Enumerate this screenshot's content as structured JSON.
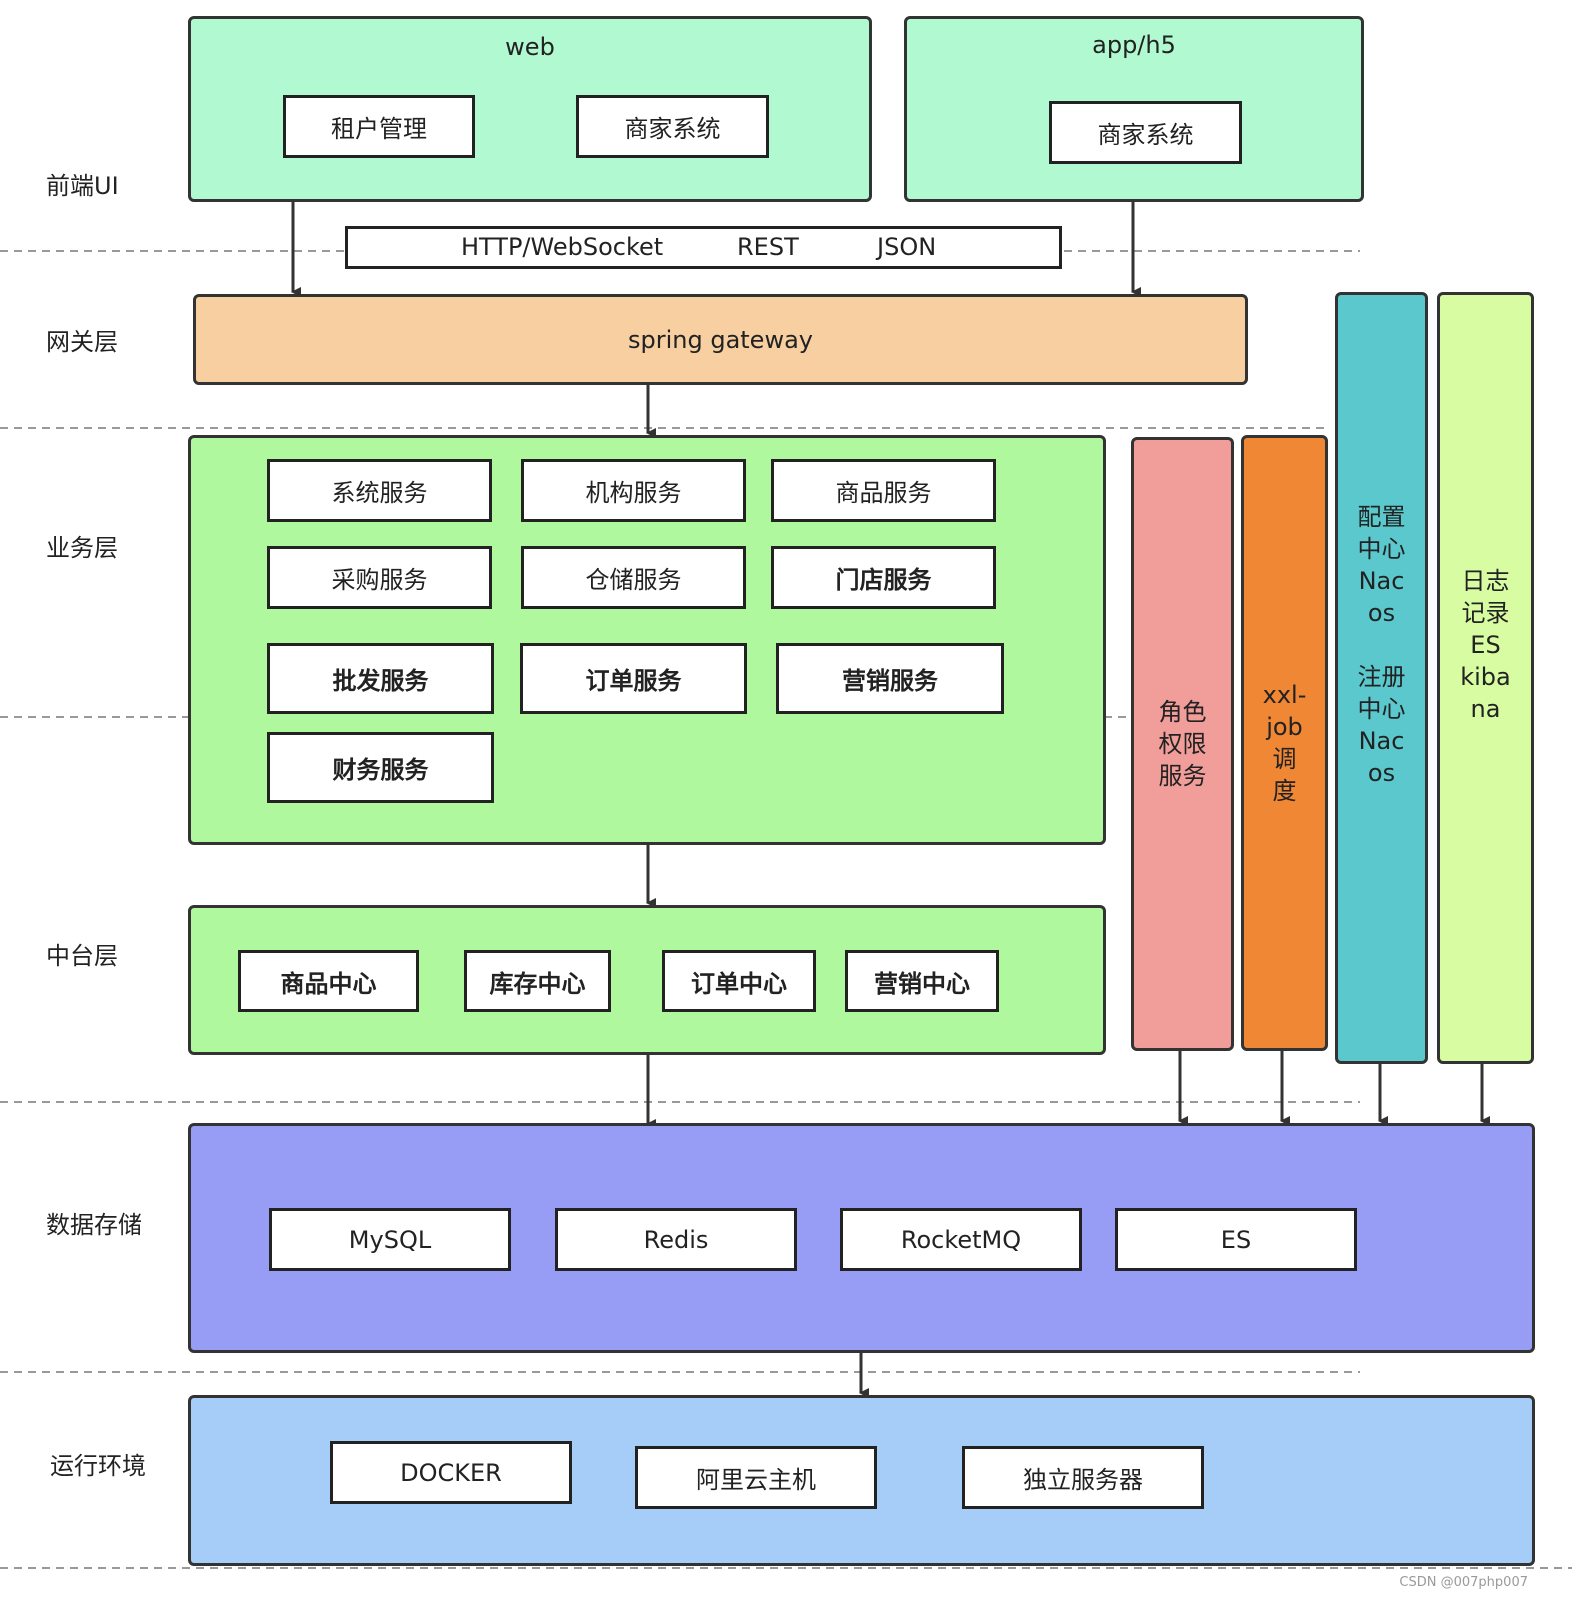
{
  "layers": {
    "frontend": "前端UI",
    "gateway": "网关层",
    "business": "业务层",
    "middle": "中台层",
    "storage": "数据存储",
    "runtime": "运行环境"
  },
  "frontend": {
    "web": {
      "title": "web",
      "items": [
        "租户管理",
        "商家系统"
      ]
    },
    "app": {
      "title": "app/h5",
      "items": [
        "商家系统"
      ]
    }
  },
  "protocols": [
    "HTTP/WebSocket",
    "REST",
    "JSON"
  ],
  "gateway": {
    "label": "spring gateway"
  },
  "business": {
    "items": [
      "系统服务",
      "机构服务",
      "商品服务",
      "采购服务",
      "仓储服务",
      "门店服务",
      "批发服务",
      "订单服务",
      "营销服务",
      "财务服务"
    ]
  },
  "middle": {
    "items": [
      "商品中心",
      "库存中心",
      "订单中心",
      "营销中心"
    ]
  },
  "side_columns": {
    "auth": "角色\n权限\n服务",
    "job": "xxl-\njob\n调\n度",
    "nacos": "配置\n中心\nNac\nos\n\n注册\n中心\nNac\nos",
    "log": "日志\n记录\nES\nkiba\nna"
  },
  "storage": {
    "items": [
      "MySQL",
      "Redis",
      "RocketMQ",
      "ES"
    ]
  },
  "runtime": {
    "items": [
      "DOCKER",
      "阿里云主机",
      "独立服务器"
    ]
  },
  "watermark": "CSDN @007php007",
  "colors": {
    "frontend": "#b1f9d0",
    "gateway": "#f7cfa0",
    "business": "#b0f89e",
    "auth": "#f19e9a",
    "job": "#ef8735",
    "nacos": "#5ac8cc",
    "log": "#d8fca2",
    "storage": "#979cf5",
    "runtime": "#a6cdf8"
  }
}
